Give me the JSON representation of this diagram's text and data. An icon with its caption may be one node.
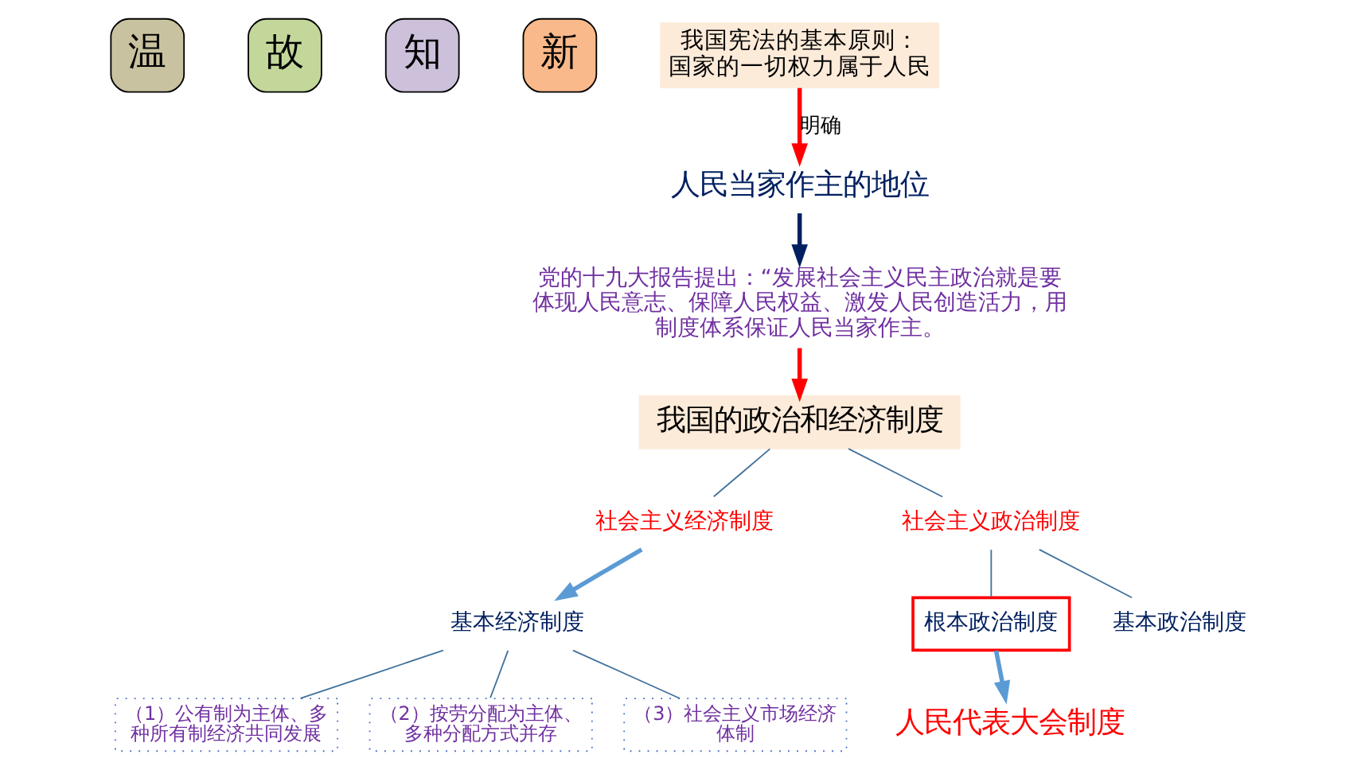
{
  "diagram": {
    "nodes": [
      {
        "text": [
          "温"
        ]
      },
      {
        "text": [
          "故"
        ]
      },
      {
        "text": [
          "知"
        ]
      },
      {
        "text": [
          "新"
        ]
      },
      {
        "text": [
          "我国宪法的基本原则：",
          "国家的一切权力属于人民"
        ]
      },
      {
        "text": [
          "人民当家作主的地位"
        ]
      },
      {
        "text": [
          "党的十九大报告提出：“发展社会主义民主政治就是要体现人民意志、保障人民权益、激发人民创造活力，用制度体系保证人民当家作主。"
        ]
      },
      {
        "text": [
          "我国的政治和经济制度"
        ]
      },
      {
        "text": [
          "社会主义经济制度"
        ]
      },
      {
        "text": [
          "社会主义政治制度"
        ]
      },
      {
        "text": [
          "基本经济制度"
        ]
      },
      {
        "text": [
          "（1）公有制为主体、多种所有制经济共同发展"
        ]
      },
      {
        "text": [
          "（2）按劳分配为主体、多种分配方式并存"
        ]
      },
      {
        "text": [
          "（3）社会主义市场经济体制"
        ]
      },
      {
        "text": [
          "根本政治制度"
        ]
      },
      {
        "text": [
          "基本政治制度"
        ]
      },
      {
        "text": [
          "人民代表大会制度"
        ]
      }
    ],
    "edges": [
      {
        "from": 4,
        "to": 5,
        "arrow": "to",
        "label": "明确",
        "style": "thick",
        "color": "#ff0000"
      },
      {
        "from": 5,
        "to": 6,
        "arrow": "to",
        "style": "thick",
        "color": "#002060"
      },
      {
        "from": 6,
        "to": 7,
        "arrow": "to",
        "style": "thick",
        "color": "#ff0000"
      },
      {
        "from": 7,
        "to": 8,
        "arrow": "none",
        "color": "#41719c"
      },
      {
        "from": 7,
        "to": 9,
        "arrow": "none",
        "color": "#41719c"
      },
      {
        "from": 8,
        "to": 10,
        "arrow": "to",
        "style": "thick",
        "color": "#5b9bd5"
      },
      {
        "from": 10,
        "to": 11,
        "arrow": "none",
        "color": "#41719c"
      },
      {
        "from": 10,
        "to": 12,
        "arrow": "none",
        "color": "#41719c"
      },
      {
        "from": 10,
        "to": 13,
        "arrow": "none",
        "color": "#41719c"
      },
      {
        "from": 9,
        "to": 14,
        "arrow": "none",
        "color": "#41719c"
      },
      {
        "from": 9,
        "to": 15,
        "arrow": "none",
        "color": "#41719c"
      },
      {
        "from": 14,
        "to": 16,
        "arrow": "to",
        "style": "thick",
        "color": "#5b9bd5"
      }
    ]
  }
}
